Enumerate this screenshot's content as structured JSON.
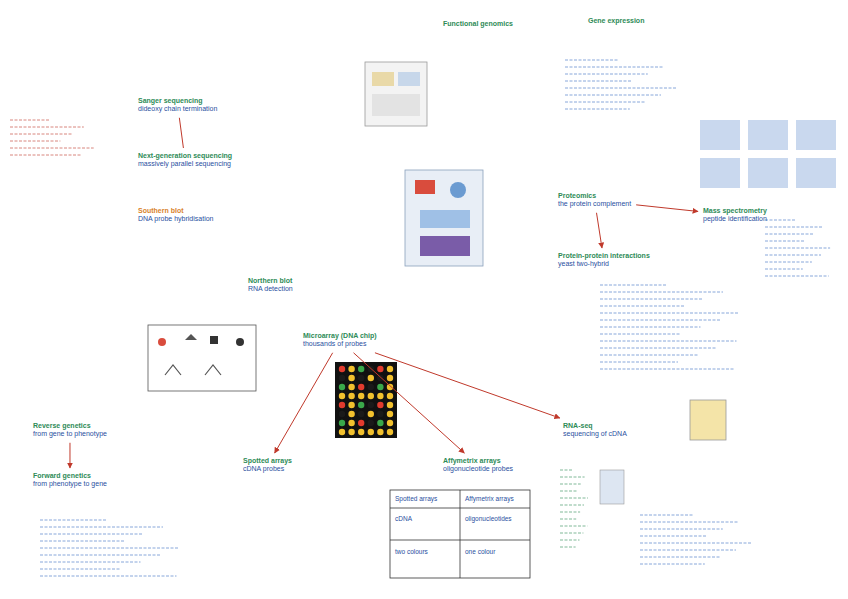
{
  "diagram": {
    "nodes": [
      {
        "text": [
          "Sanger sequencing",
          "dideoxy chain termination"
        ]
      },
      {
        "text": [
          "Next-generation sequencing",
          "massively parallel sequencing"
        ]
      },
      {
        "text": [
          "Southern blot",
          "DNA probe hybridisation"
        ]
      },
      {
        "text": [
          "Northern blot",
          "RNA detection"
        ]
      },
      {
        "text": [
          "Microarray (DNA chip)",
          "thousands of probes"
        ]
      },
      {
        "text": [
          "Spotted arrays",
          "cDNA probes"
        ]
      },
      {
        "text": [
          "Affymetrix arrays",
          "oligonucleotide probes"
        ]
      },
      {
        "text": [
          "RNA-seq",
          "sequencing of cDNA"
        ]
      },
      {
        "text": [
          "Proteomics",
          "the protein complement"
        ]
      },
      {
        "text": [
          "Protein-protein interactions",
          "yeast two-hybrid"
        ]
      },
      {
        "text": [
          "Mass spectrometry",
          "peptide identification"
        ]
      },
      {
        "text": [
          "Functional genomics"
        ]
      },
      {
        "text": [
          "Reverse genetics",
          "from gene to phenotype"
        ]
      },
      {
        "text": [
          "Forward genetics",
          "from phenotype to gene"
        ]
      },
      {
        "text": [
          "Gene expression"
        ]
      }
    ],
    "edges": [
      {
        "from": 4,
        "to": 5,
        "arrow": "to"
      },
      {
        "from": 4,
        "to": 6,
        "arrow": "to"
      },
      {
        "from": 4,
        "to": 7,
        "arrow": "to"
      },
      {
        "from": 12,
        "to": 13,
        "arrow": "to"
      },
      {
        "from": 8,
        "to": 9,
        "arrow": "to"
      },
      {
        "from": 8,
        "to": 10,
        "arrow": "to"
      },
      {
        "from": 0,
        "to": 1,
        "arrow": "none"
      }
    ],
    "labels": [
      "Spotted arrays",
      "Affymetrix arrays",
      "cDNA",
      "oligonucleotides",
      "two colours",
      "one colour"
    ]
  }
}
